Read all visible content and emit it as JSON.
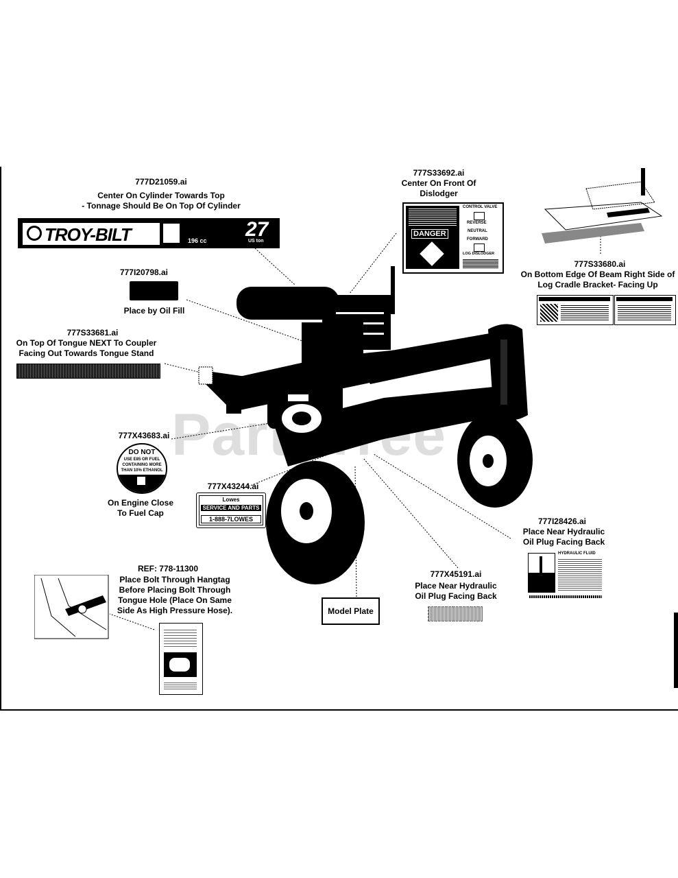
{
  "watermark": "PartsTree",
  "callouts": [
    {
      "id": "cylinder",
      "code": "777D21059.ai",
      "lines": [
        "Center On Cylinder Towards Top",
        "- Tonnage Should Be On Top Of Cylinder"
      ]
    },
    {
      "id": "dislodger",
      "code": "777S33692.ai",
      "lines": [
        "Center On Front Of",
        "Dislodger"
      ]
    },
    {
      "id": "log-cradle",
      "code": "777S33680.ai",
      "lines": [
        "On Bottom Edge Of Beam Right Side of",
        "Log Cradle Bracket- Facing Up"
      ]
    },
    {
      "id": "oil-fill",
      "code": "777I20798.ai",
      "lines": [
        "Place by Oil Fill"
      ]
    },
    {
      "id": "tongue",
      "code": "777S33681.ai",
      "lines": [
        "On Top Of Tongue NEXT To Coupler",
        "Facing Out Towards Tongue Stand"
      ]
    },
    {
      "id": "fuel-cap",
      "code": "777X43683.ai",
      "lines": [
        "On Engine Close",
        "To Fuel Cap"
      ]
    },
    {
      "id": "lowes-tag",
      "code": "777X43244.ai",
      "lines": []
    },
    {
      "id": "hydraulic-back",
      "code": "777I28426.ai",
      "lines": [
        "Place Near Hydraulic",
        "Oil Plug Facing Back"
      ]
    },
    {
      "id": "hydraulic-plug",
      "code": "777X45191.ai",
      "lines": [
        "Place Near Hydraulic",
        "Oil Plug Facing Back"
      ]
    },
    {
      "id": "hangtag",
      "code": "REF: 778-11300",
      "lines": [
        "Place Bolt Through Hangtag",
        "Before Placing Bolt Through",
        "Tongue Hole (Place On Same",
        "Side As High Pressure Hose)."
      ]
    }
  ],
  "model_plate": "Model Plate",
  "decals": {
    "troybilt_brand": "TROY-BILT",
    "troybilt_tonnage": "27",
    "troybilt_ton_unit": "US ton",
    "troybilt_engine": "196 cc",
    "danger_word": "DANGER",
    "control_valve": "CONTROL VALVE",
    "cv_reverse": "REVERSE",
    "cv_neutral": "NEUTRAL",
    "cv_forward": "FORWARD",
    "cv_dislodger": "LOG DISLODGER",
    "donot_line1": "DO NOT",
    "donot_line2": "USE E85 OR FUEL",
    "donot_line3": "CONTAINING MORE",
    "donot_line4": "THAN 10% ETHANOL",
    "lowes_top": "Lowes",
    "lowes_mid": "SERVICE AND PARTS",
    "lowes_phone": "1-888-7LOWES",
    "hydraulic_fluid": "HYDRAULIC FLUID"
  }
}
